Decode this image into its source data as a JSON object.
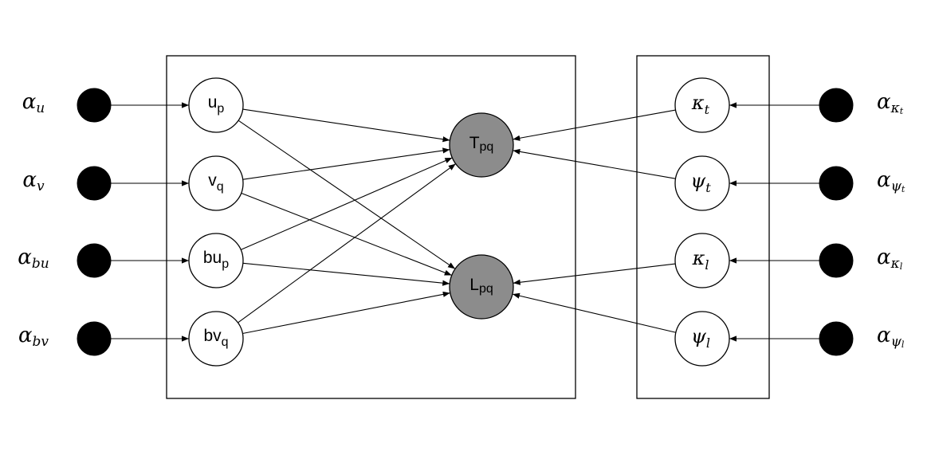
{
  "hyperparameters_left": [
    {
      "id": "alpha-u",
      "base": "α",
      "sub": "u",
      "target": "up"
    },
    {
      "id": "alpha-v",
      "base": "α",
      "sub": "v",
      "target": "vq"
    },
    {
      "id": "alpha-bu",
      "base": "α",
      "sub": "bu",
      "target": "bup"
    },
    {
      "id": "alpha-bv",
      "base": "α",
      "sub": "bv",
      "target": "bvq"
    }
  ],
  "hyperparameters_right": [
    {
      "id": "alpha-kappa-t",
      "base": "α",
      "sub": "κ",
      "subsub": "t",
      "target": "kappa-t"
    },
    {
      "id": "alpha-psi-t",
      "base": "α",
      "sub": "ψ",
      "subsub": "t",
      "target": "psi-t"
    },
    {
      "id": "alpha-kappa-l",
      "base": "α",
      "sub": "κ",
      "subsub": "l",
      "target": "kappa-l"
    },
    {
      "id": "alpha-psi-l",
      "base": "α",
      "sub": "ψ",
      "subsub": "l",
      "target": "psi-l"
    }
  ],
  "latent_nodes": [
    {
      "id": "up",
      "base": "u",
      "sub": "p"
    },
    {
      "id": "vq",
      "base": "v",
      "sub": "q"
    },
    {
      "id": "bup",
      "base": "bu",
      "sub": "p"
    },
    {
      "id": "bvq",
      "base": "bv",
      "sub": "q"
    }
  ],
  "observed_nodes": [
    {
      "id": "T",
      "base": "T",
      "sub": "pq"
    },
    {
      "id": "L",
      "base": "L",
      "sub": "pq"
    }
  ],
  "param_nodes": [
    {
      "id": "kappa-t",
      "base": "κ",
      "sub": "t",
      "target": "T"
    },
    {
      "id": "psi-t",
      "base": "ψ",
      "sub": "t",
      "target": "T"
    },
    {
      "id": "kappa-l",
      "base": "κ",
      "sub": "l",
      "target": "L"
    },
    {
      "id": "psi-l",
      "base": "ψ",
      "sub": "l",
      "target": "L"
    }
  ],
  "edges": [
    [
      "up",
      "T"
    ],
    [
      "up",
      "L"
    ],
    [
      "vq",
      "T"
    ],
    [
      "vq",
      "L"
    ],
    [
      "bup",
      "T"
    ],
    [
      "bup",
      "L"
    ],
    [
      "bvq",
      "T"
    ],
    [
      "bvq",
      "L"
    ]
  ],
  "colors": {
    "observed_fill": "#8c8c8c",
    "hyper_fill": "#000000",
    "line": "#000000"
  }
}
